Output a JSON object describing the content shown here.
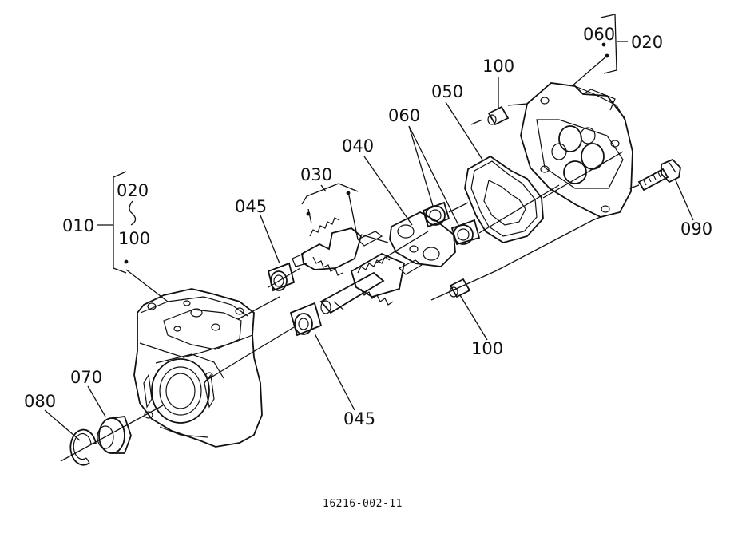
{
  "diagram": {
    "labels": {
      "l_010": "010",
      "l_020_left": "020",
      "l_100_left": "100",
      "l_045_top": "045",
      "l_030": "030",
      "l_040": "040",
      "l_060_mid": "060",
      "l_050": "050",
      "l_100_top": "100",
      "l_060_top": "060",
      "l_020_right": "020",
      "l_090": "090",
      "l_100_bottom": "100",
      "l_045_bottom": "045",
      "l_070": "070",
      "l_080": "080"
    },
    "footer_code": "16216-002-11"
  }
}
